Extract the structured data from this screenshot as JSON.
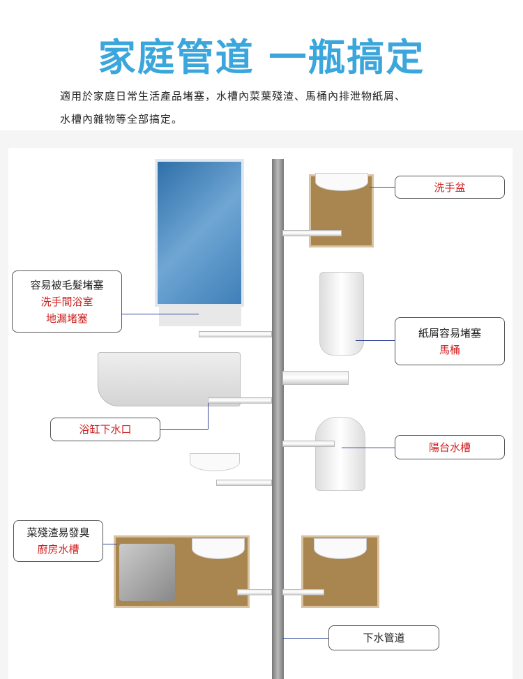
{
  "title": "家庭管道 一瓶搞定",
  "description": [
    "適用於家庭日常生活產品堵塞，水槽內菜葉殘渣、馬桶內排泄物紙屑、",
    "水槽內雜物等全部搞定。"
  ],
  "labels": {
    "washbasin": {
      "text": "洗手盆"
    },
    "bathroom": {
      "note": "容易被毛髮堵塞",
      "line1": "洗手間浴室",
      "line2": "地漏堵塞"
    },
    "toilet": {
      "note": "紙屑容易堵塞",
      "name": "馬桶"
    },
    "bathtub": {
      "text": "浴缸下水口"
    },
    "balcony": {
      "text": "陽台水槽"
    },
    "kitchen": {
      "note": "菜殘渣易發臭",
      "name": "廚房水槽"
    },
    "sewer": {
      "text": "下水管道"
    }
  },
  "colors": {
    "title": "#3aa6dc",
    "highlight": "#d02020",
    "connector": "#33449a"
  }
}
